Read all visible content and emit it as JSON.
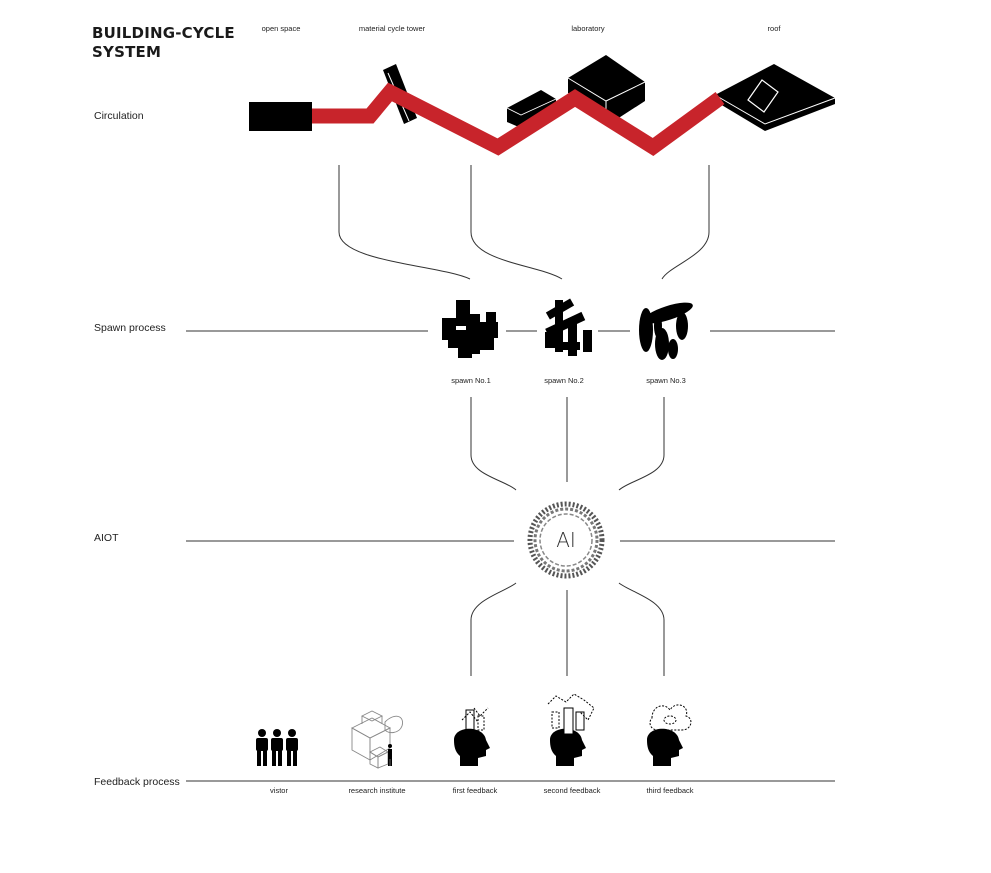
{
  "title": {
    "line1": "BUILDING-CYCLE",
    "line2": "SYSTEM"
  },
  "rows": {
    "circulation": "Circulation",
    "spawn": "Spawn process",
    "aiot": "AIOT",
    "feedback": "Feedback process"
  },
  "spaces": {
    "open_space": "open space",
    "tower": "material cycle tower",
    "laboratory": "laboratory",
    "roof": "roof"
  },
  "spawns": [
    "spawn No.1",
    "spawn No.2",
    "spawn No.3"
  ],
  "ai_label": "AI",
  "feedback_items": [
    "vistor",
    "research institute",
    "first feedback",
    "second feedback",
    "third feedback"
  ],
  "colors": {
    "circulation_path": "#c8242b",
    "mass": "#000000",
    "line": "#333333"
  }
}
